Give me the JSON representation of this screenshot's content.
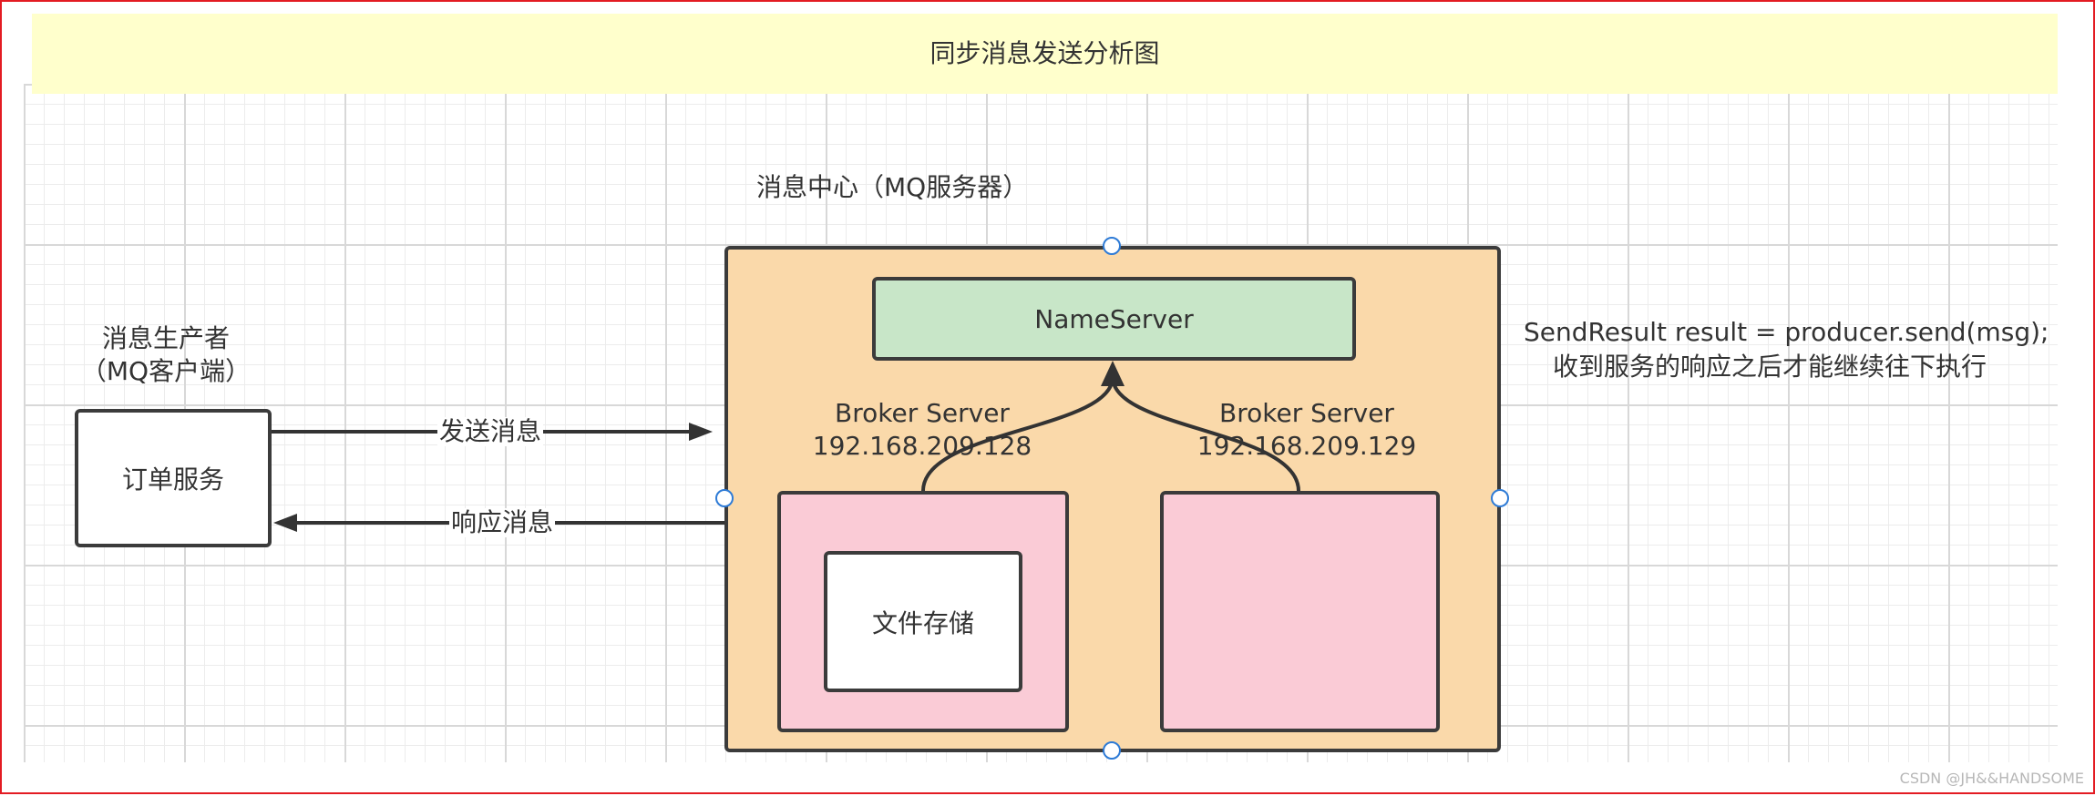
{
  "title": "同步消息发送分析图",
  "producer": {
    "label_line1": "消息生产者",
    "label_line2": "（MQ客户端）",
    "box_label": "订单服务"
  },
  "mq_center": {
    "label": "消息中心（MQ服务器）",
    "nameserver": "NameServer",
    "broker1": {
      "name": "Broker Server",
      "ip": "192.168.209.128",
      "storage": "文件存储"
    },
    "broker2": {
      "name": "Broker Server",
      "ip": "192.168.209.129"
    }
  },
  "arrows": {
    "send": "发送消息",
    "respond": "响应消息"
  },
  "note": {
    "line1": "SendResult result = producer.send(msg);",
    "line2": "收到服务的响应之后才能继续往下执行"
  },
  "colors": {
    "border": "#e31b23",
    "title_bg": "#ffffcc",
    "center_bg": "#fad9aa",
    "nameserver_bg": "#c8e6c8",
    "broker_bg": "#facbd6",
    "handle": "#2e7bd6"
  },
  "watermark": "CSDN @JH&&HANDSOME"
}
